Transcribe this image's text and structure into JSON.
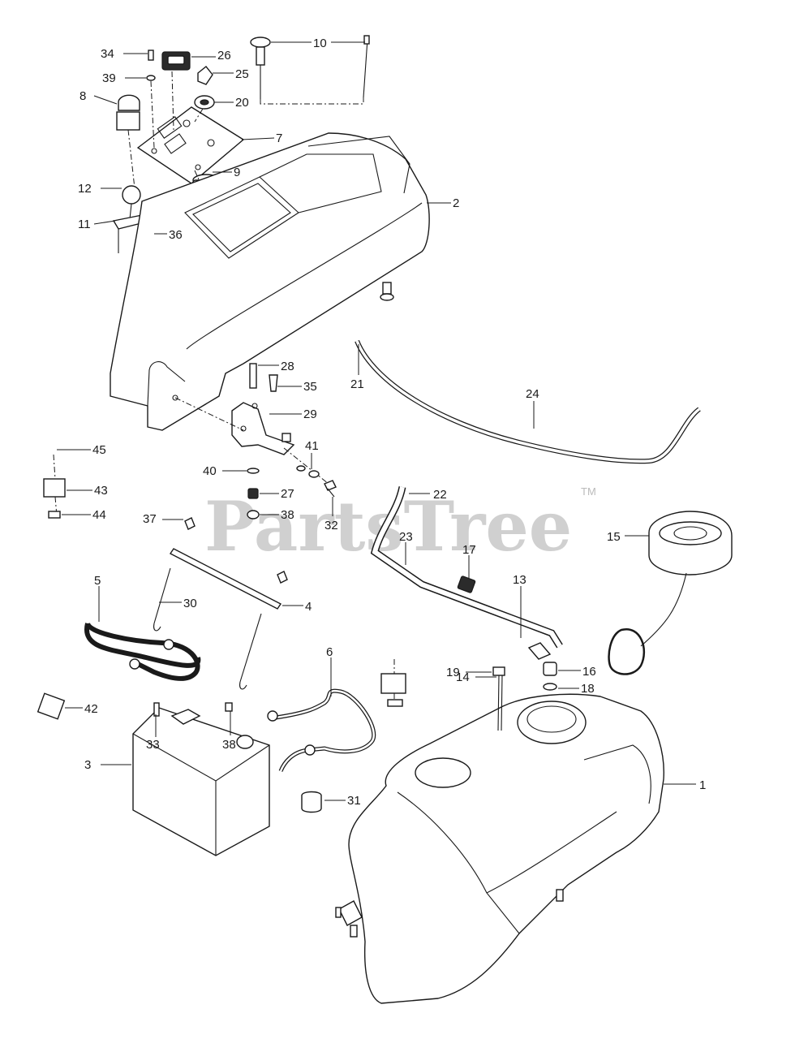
{
  "watermark": {
    "text": "PartsTree",
    "trademark": "TM"
  },
  "callouts": [
    "34",
    "26",
    "10",
    "39",
    "25",
    "8",
    "20",
    "7",
    "12",
    "9",
    "2",
    "11",
    "36",
    "21",
    "24",
    "28",
    "35",
    "29",
    "45",
    "41",
    "40",
    "43",
    "27",
    "22",
    "44",
    "37",
    "38",
    "32",
    "15",
    "23",
    "17",
    "5",
    "30",
    "4",
    "13",
    "6",
    "19",
    "16",
    "14",
    "18",
    "42",
    "33",
    "38",
    "3",
    "31",
    "1"
  ]
}
